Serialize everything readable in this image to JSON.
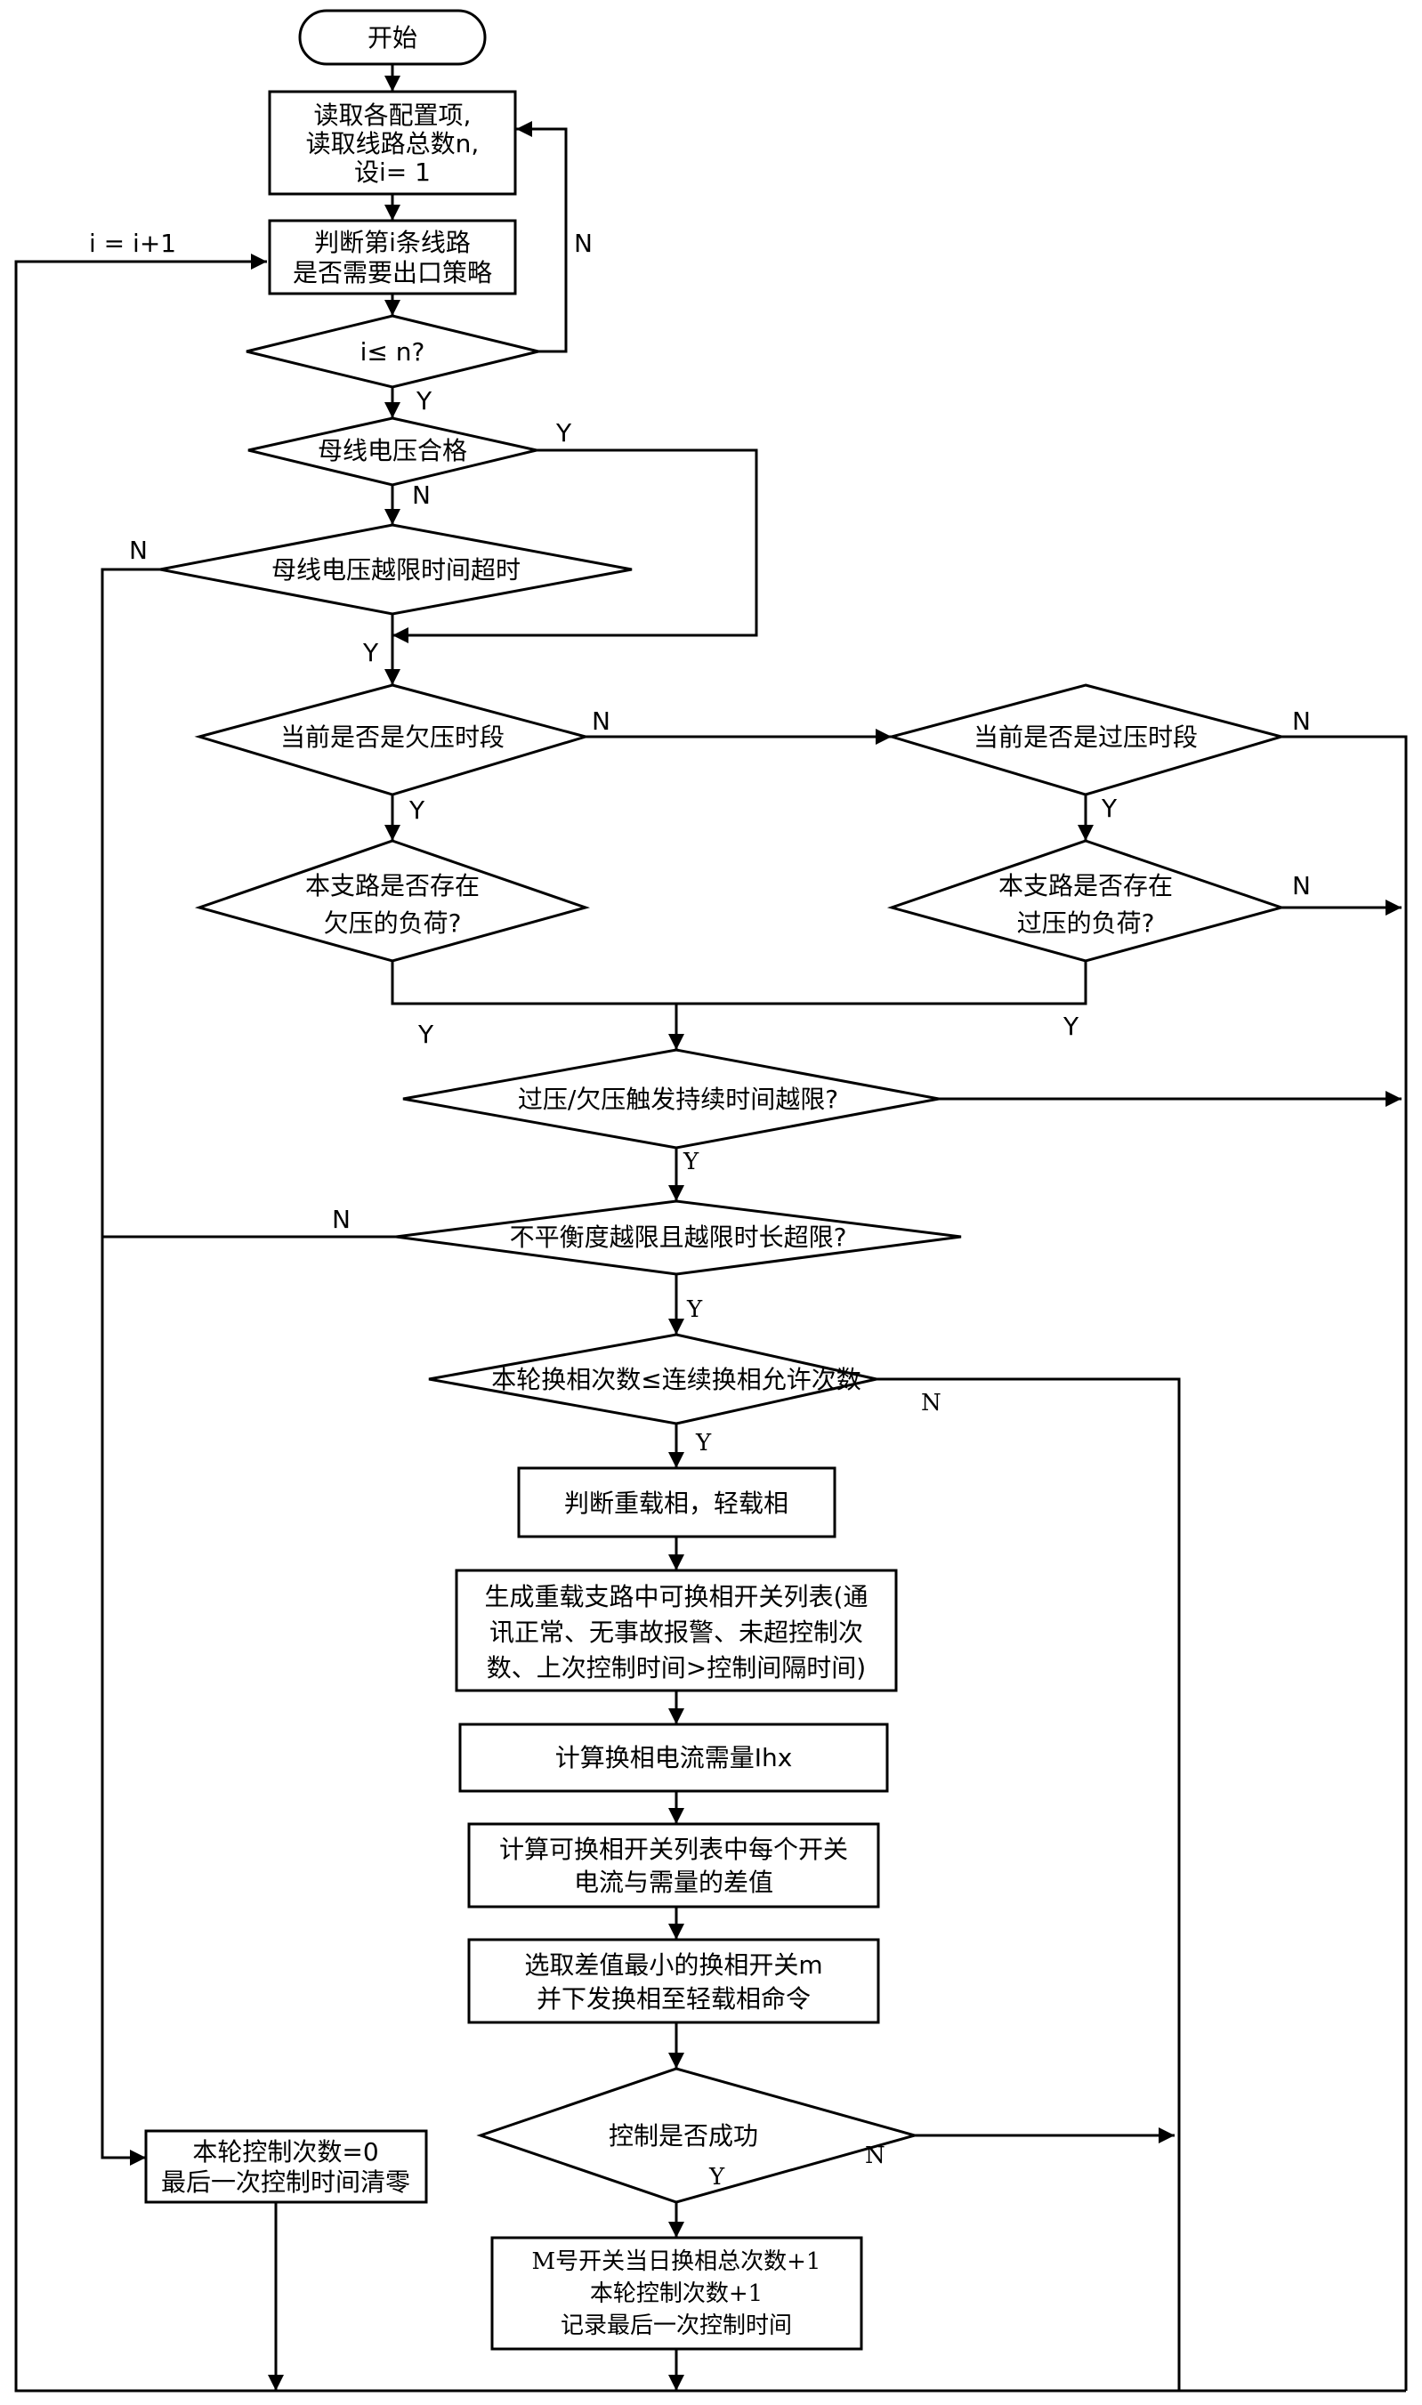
{
  "nodes": {
    "start": "开始",
    "read_config": [
      "读取各配置项,",
      "读取线路总数n,",
      "设i= 1"
    ],
    "judge_line": [
      "判断第i条线路",
      "是否需要出口策略"
    ],
    "cond_i_le_n": "i≤ n?",
    "bus_voltage_ok": "母线电压合格",
    "bus_voltage_timeout": "母线电压越限时间超时",
    "undervoltage_period": "当前是否是欠压时段",
    "overvoltage_period": "当前是否是过压时段",
    "branch_undervoltage_load": [
      "本支路是否存在",
      "欠压的负荷?"
    ],
    "branch_overvoltage_load": [
      "本支路是否存在",
      "过压的负荷?"
    ],
    "trigger_duration_exceeded": "过压/欠压触发持续时间越限?",
    "unbalance_exceeded": "不平衡度越限且越限时长超限?",
    "round_count_check": "本轮换相次数≤连续换相允许次数",
    "judge_heavy_light": "判断重载相，轻载相",
    "generate_switch_list": [
      "生成重载支路中可换相开关列表(通",
      "讯正常、无事故报警、未超控制次",
      "数、上次控制时间>控制间隔时间)"
    ],
    "calc_demand": "计算换相电流需量Ihx",
    "calc_difference": [
      "计算可换相开关列表中每个开关",
      "电流与需量的差值"
    ],
    "select_switch": [
      "选取差值最小的换相开关m",
      "并下发换相至轻载相命令"
    ],
    "control_success": "控制是否成功",
    "reset_counts": [
      "本轮控制次数=0",
      "最后一次控制时间清零"
    ],
    "update_counts": [
      "M号开关当日换相总次数+1",
      "本轮控制次数+1",
      "记录最后一次控制时间"
    ]
  },
  "edge_labels": {
    "loop_increment": "i = i+1",
    "i_le_n_no": "N",
    "i_le_n_yes": "Y",
    "bus_ok_yes": "Y",
    "bus_ok_no": "N",
    "timeout_no": "N",
    "timeout_yes": "Y",
    "under_period_no": "N",
    "under_period_yes": "Y",
    "over_period_no": "N",
    "over_period_yes": "Y",
    "branch_under_yes": "Y",
    "branch_over_yes": "Y",
    "branch_over_no": "N",
    "trigger_yes": "Y",
    "unbalance_no": "N",
    "unbalance_yes": "Y",
    "round_yes": "Y",
    "round_no": "N",
    "control_yes": "Y",
    "control_no": "N"
  }
}
